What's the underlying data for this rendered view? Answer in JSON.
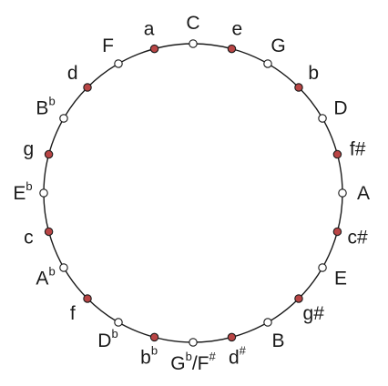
{
  "colors": {
    "background": "#ffffff",
    "ring": "#1a1a1a",
    "major_fill": "#ffffff",
    "minor_fill": "#b94545",
    "label": "#1a1a1a"
  },
  "positions": [
    {
      "id": "p0",
      "kind": "major",
      "text": "C"
    },
    {
      "id": "p1",
      "kind": "minor",
      "text": "e"
    },
    {
      "id": "p2",
      "kind": "major",
      "text": "G"
    },
    {
      "id": "p3",
      "kind": "minor",
      "text": "b"
    },
    {
      "id": "p4",
      "kind": "major",
      "text": "D"
    },
    {
      "id": "p5",
      "kind": "minor",
      "text": "f#"
    },
    {
      "id": "p6",
      "kind": "major",
      "text": "A"
    },
    {
      "id": "p7",
      "kind": "minor",
      "text": "c#"
    },
    {
      "id": "p8",
      "kind": "major",
      "text": "E"
    },
    {
      "id": "p9",
      "kind": "minor",
      "text": "g#"
    },
    {
      "id": "p10",
      "kind": "major",
      "text": "B"
    },
    {
      "id": "p11",
      "kind": "minor",
      "text": "d",
      "sup": "#"
    },
    {
      "id": "p12",
      "kind": "major",
      "text": "G",
      "sup": "b",
      "text2": "/F",
      "sup2": "#"
    },
    {
      "id": "p13",
      "kind": "minor",
      "text": "b",
      "sup": "b"
    },
    {
      "id": "p14",
      "kind": "major",
      "text": "D",
      "sup": "b"
    },
    {
      "id": "p15",
      "kind": "minor",
      "text": "f"
    },
    {
      "id": "p16",
      "kind": "major",
      "text": "A",
      "sup": "b"
    },
    {
      "id": "p17",
      "kind": "minor",
      "text": "c"
    },
    {
      "id": "p18",
      "kind": "major",
      "text": "E",
      "sup": "b"
    },
    {
      "id": "p19",
      "kind": "minor",
      "text": "g"
    },
    {
      "id": "p20",
      "kind": "major",
      "text": "B",
      "sup": "b"
    },
    {
      "id": "p21",
      "kind": "minor",
      "text": "d"
    },
    {
      "id": "p22",
      "kind": "major",
      "text": "F"
    },
    {
      "id": "p23",
      "kind": "minor",
      "text": "a"
    }
  ]
}
